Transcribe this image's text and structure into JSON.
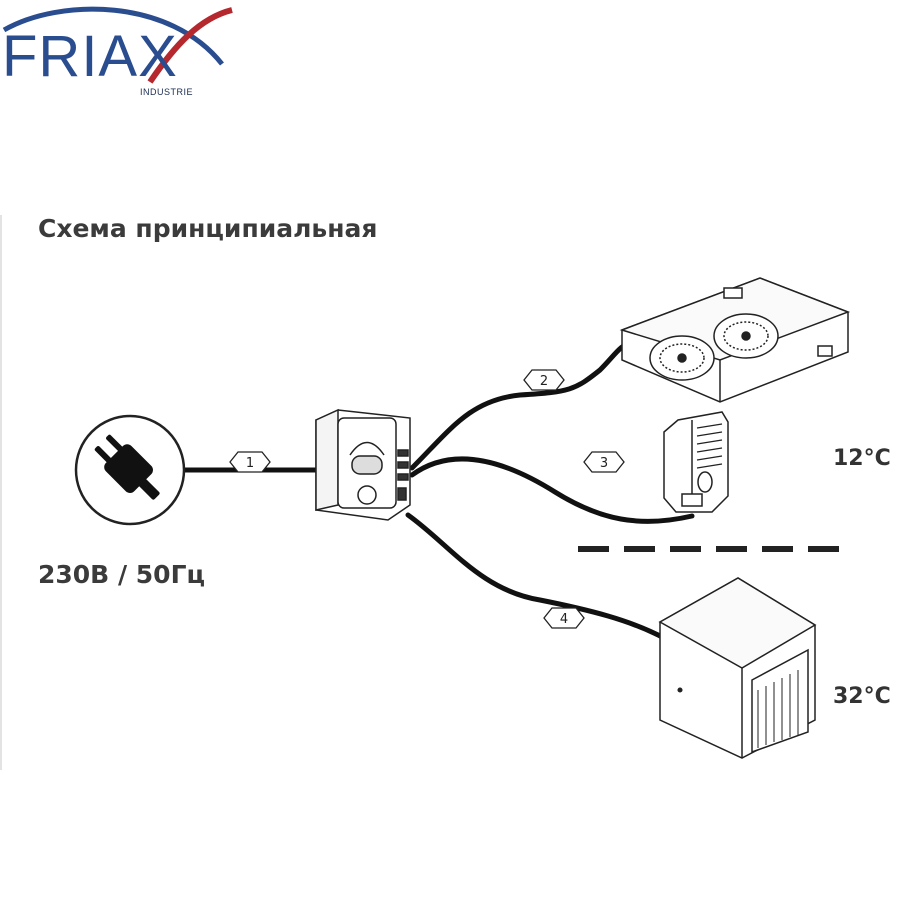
{
  "logo": {
    "name": "FRIAX",
    "sub": "INDUSTRIE",
    "colors": {
      "blue": "#2a4d8f",
      "red": "#b4282e"
    }
  },
  "title": "Схема принципиальная",
  "power_supply": "230В / 50Гц",
  "temperatures": {
    "cold": "12°C",
    "hot": "32°C"
  },
  "connection_labels": [
    "1",
    "2",
    "3",
    "4"
  ],
  "icons": {
    "plug": "power-plug-icon",
    "controller": "control-box-icon",
    "evaporator": "evaporator-unit-icon",
    "sensor": "temperature-sensor-icon",
    "condenser": "condensing-unit-icon"
  }
}
